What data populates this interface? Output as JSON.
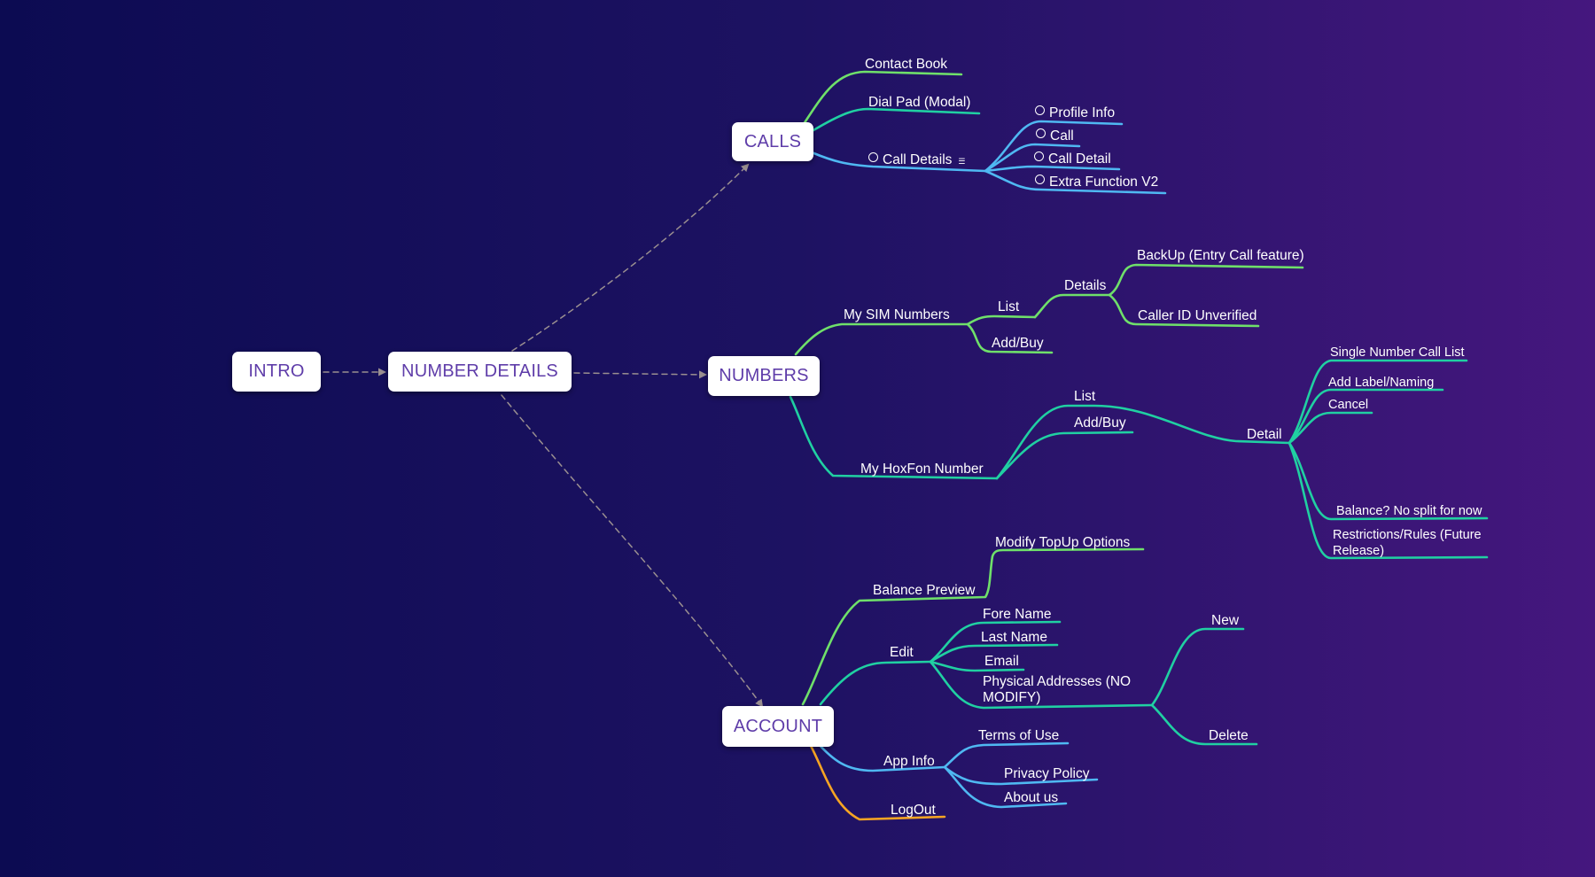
{
  "colors": {
    "green": "#6fe06a",
    "teal": "#20d0a2",
    "blue": "#4fb8f2",
    "orange": "#f6a423",
    "dashed": "#9a8f90",
    "node_text": "#5f3da9"
  },
  "nodes": {
    "intro": "INTRO",
    "number_details": "NUMBER DETAILS",
    "calls": "CALLS",
    "numbers": "NUMBERS",
    "account": "ACCOUNT"
  },
  "calls": {
    "contact_book": "Contact Book",
    "dial_pad": "Dial Pad (Modal)",
    "call_details": "Call Details",
    "call_details_children": [
      "Profile Info",
      "Call",
      "Call Detail",
      "Extra Function V2"
    ]
  },
  "numbers": {
    "my_sim": "My SIM Numbers",
    "sim_list": "List",
    "sim_details": "Details",
    "backup": "BackUp (Entry Call feature)",
    "caller_id": "Caller ID Unverified",
    "sim_add_buy": "Add/Buy",
    "my_hoxfon": "My HoxFon Number",
    "hox_list": "List",
    "hox_add_buy": "Add/Buy",
    "detail": "Detail",
    "detail_children": [
      "Single Number Call List",
      "Add Label/Naming",
      "Cancel",
      "Balance? No split for now",
      "Restrictions/Rules (Future Release)"
    ]
  },
  "account": {
    "balance_preview": "Balance Preview",
    "modify_topup": "Modify TopUp Options",
    "edit": "Edit",
    "fore_name": "Fore Name",
    "last_name": "Last Name",
    "email": "Email",
    "physical_addresses": "Physical Addresses (NO MODIFY)",
    "new": "New",
    "delete": "Delete",
    "app_info": "App Info",
    "terms": "Terms of Use",
    "privacy": "Privacy Policy",
    "about": "About us",
    "logout": "LogOut"
  }
}
